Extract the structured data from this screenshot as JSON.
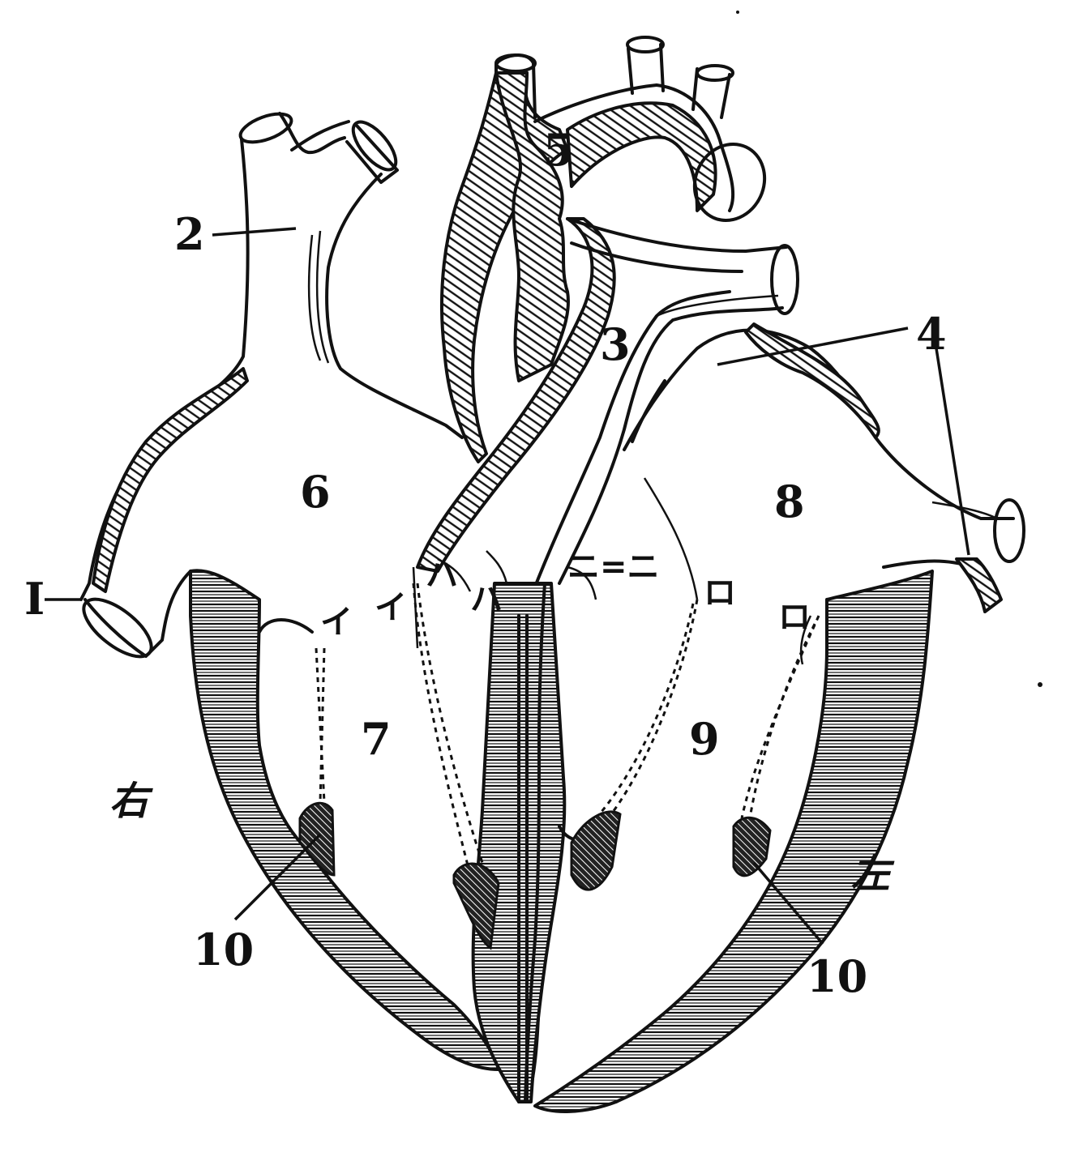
{
  "labels": {
    "n1": "I",
    "n2": "2",
    "n3": "3",
    "n4": "4",
    "n5": "5",
    "n6": "6",
    "n7": "7",
    "n8": "8",
    "n9": "9",
    "n10_right": "10",
    "n10_left": "10",
    "i_a": "イ",
    "i_b": "イ",
    "ha_a": "ハ",
    "ha_b": "ハ",
    "ni": "ニ=ニ",
    "ro_a": "ロ",
    "ro_b": "ロ",
    "right_side": "右",
    "left_side": "左"
  }
}
